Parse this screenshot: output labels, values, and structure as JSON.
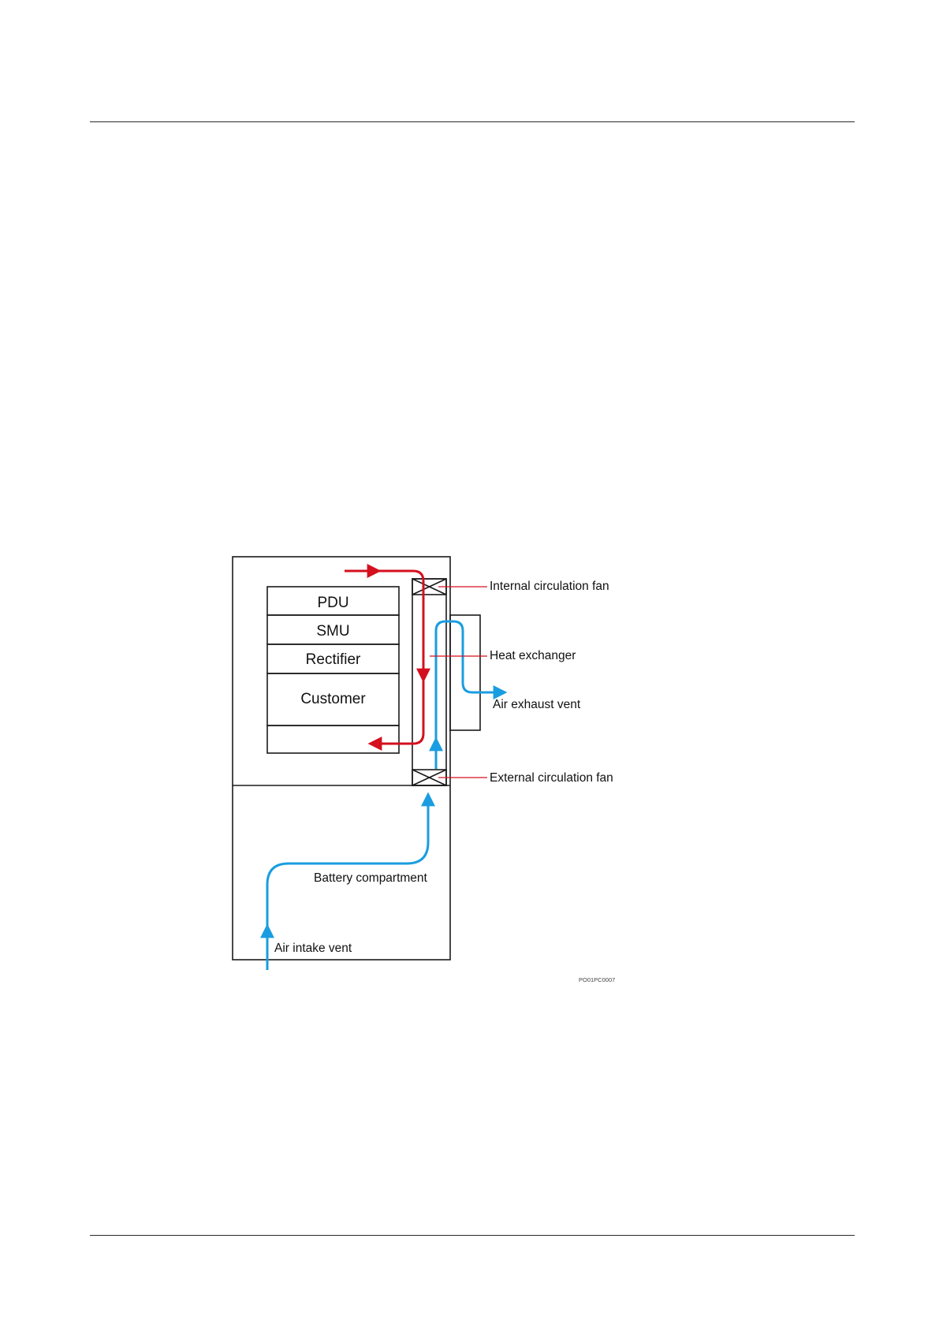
{
  "colors": {
    "internal_air": "#d4101e",
    "external_air": "#1a9de0",
    "leader": "#d4101e",
    "outline": "#1a1a1a"
  },
  "modules": {
    "pdu": "PDU",
    "smu": "SMU",
    "rectifier": "Rectifier",
    "customer": "Customer"
  },
  "callouts": {
    "internal_fan": "Internal circulation fan",
    "heat_exchanger": "Heat exchanger",
    "exhaust_vent": "Air exhaust vent",
    "external_fan": "External circulation fan",
    "battery_compartment": "Battery compartment",
    "intake_vent": "Air intake vent"
  },
  "figure_code": "PO01PC0007"
}
